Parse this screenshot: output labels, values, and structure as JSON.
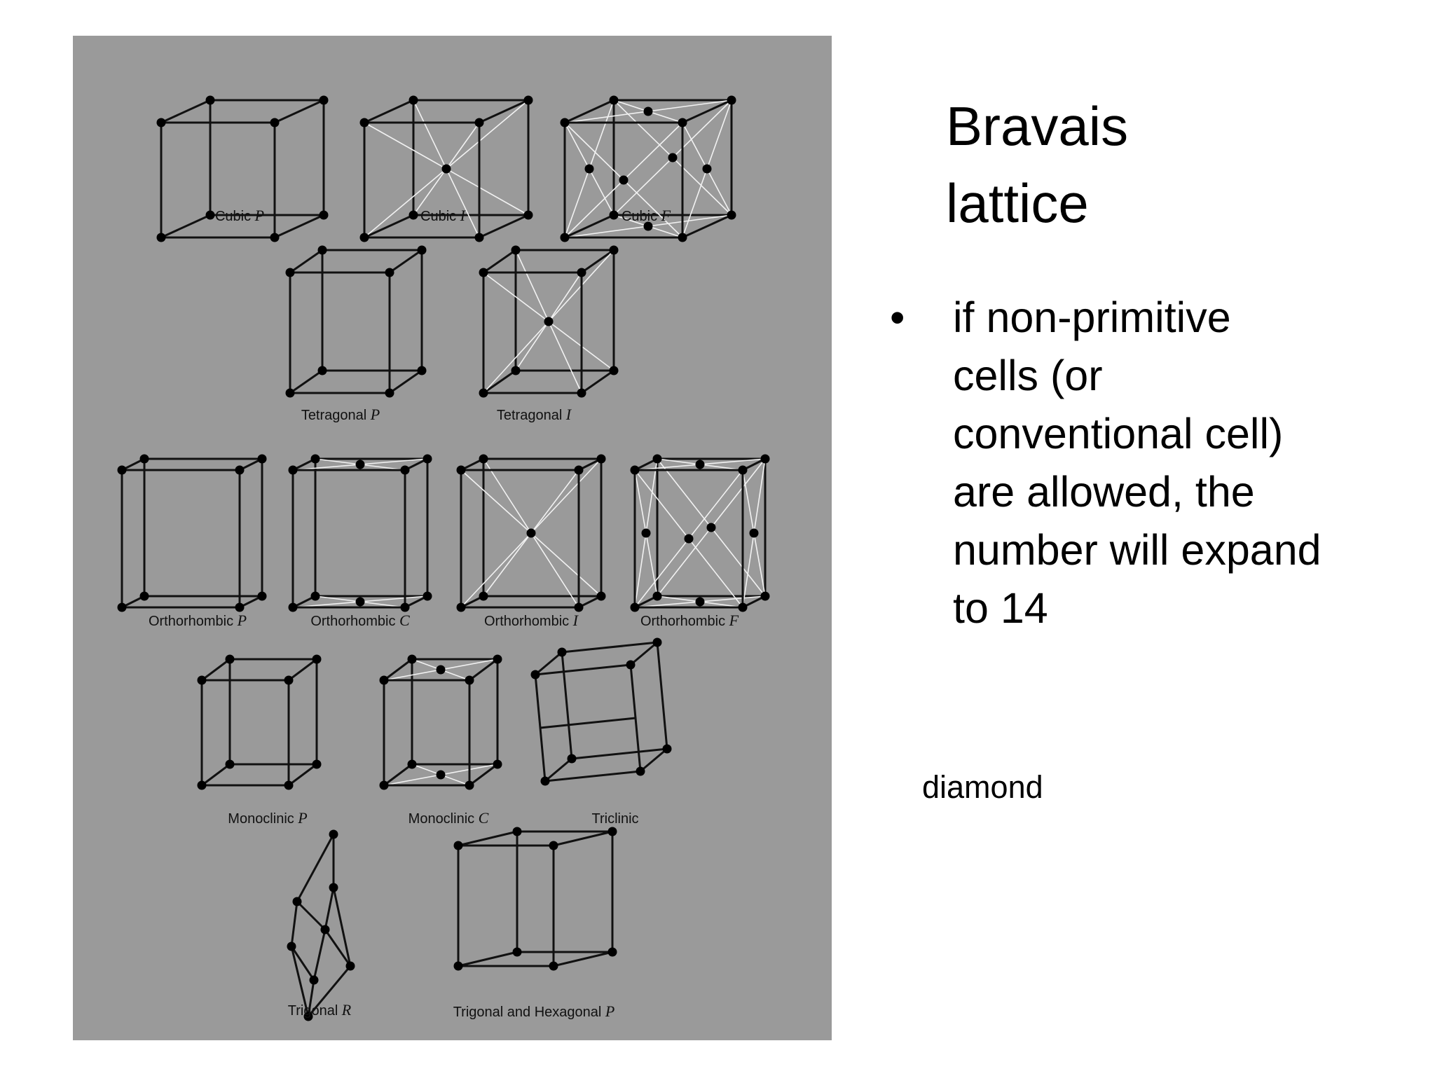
{
  "slide": {
    "title_lines": [
      "Bravais",
      "lattice"
    ],
    "bullet_symbol": "•",
    "bullet_lines": [
      "if non-primitive",
      "cells (or",
      "conventional cell)",
      "are allowed, the",
      "number will expand",
      "to 14"
    ],
    "caption": "diamond"
  },
  "figure": {
    "lattices": [
      {
        "name": "Cubic",
        "centering": "P",
        "kind": "box",
        "body": false,
        "face": false,
        "base": false
      },
      {
        "name": "Cubic",
        "centering": "I",
        "kind": "box",
        "body": true,
        "face": false,
        "base": false
      },
      {
        "name": "Cubic",
        "centering": "F",
        "kind": "box",
        "body": false,
        "face": true,
        "base": false
      },
      {
        "name": "Tetragonal",
        "centering": "P",
        "kind": "box",
        "body": false,
        "face": false,
        "base": false
      },
      {
        "name": "Tetragonal",
        "centering": "I",
        "kind": "box",
        "body": true,
        "face": false,
        "base": false
      },
      {
        "name": "Orthorhombic",
        "centering": "P",
        "kind": "box",
        "body": false,
        "face": false,
        "base": false
      },
      {
        "name": "Orthorhombic",
        "centering": "C",
        "kind": "box",
        "body": false,
        "face": false,
        "base": true
      },
      {
        "name": "Orthorhombic",
        "centering": "I",
        "kind": "box",
        "body": true,
        "face": false,
        "base": false
      },
      {
        "name": "Orthorhombic",
        "centering": "F",
        "kind": "box",
        "body": false,
        "face": true,
        "base": false
      },
      {
        "name": "Monoclinic",
        "centering": "P",
        "kind": "box",
        "body": false,
        "face": false,
        "base": false
      },
      {
        "name": "Monoclinic",
        "centering": "C",
        "kind": "box",
        "body": false,
        "face": false,
        "base": true
      },
      {
        "name": "Triclinic",
        "centering": "",
        "kind": "skew",
        "body": false,
        "face": false,
        "base": false
      },
      {
        "name": "Trigonal",
        "centering": "R",
        "kind": "rhombo",
        "body": false,
        "face": false,
        "base": false
      },
      {
        "name": "Trigonal and Hexagonal",
        "centering": "P",
        "kind": "box",
        "body": false,
        "face": false,
        "base": false
      }
    ],
    "colors": {
      "background": "#9a9a9a",
      "edges": "#111111",
      "centering_lines": "#f2f2f2",
      "lattice_points": "#000000"
    }
  }
}
